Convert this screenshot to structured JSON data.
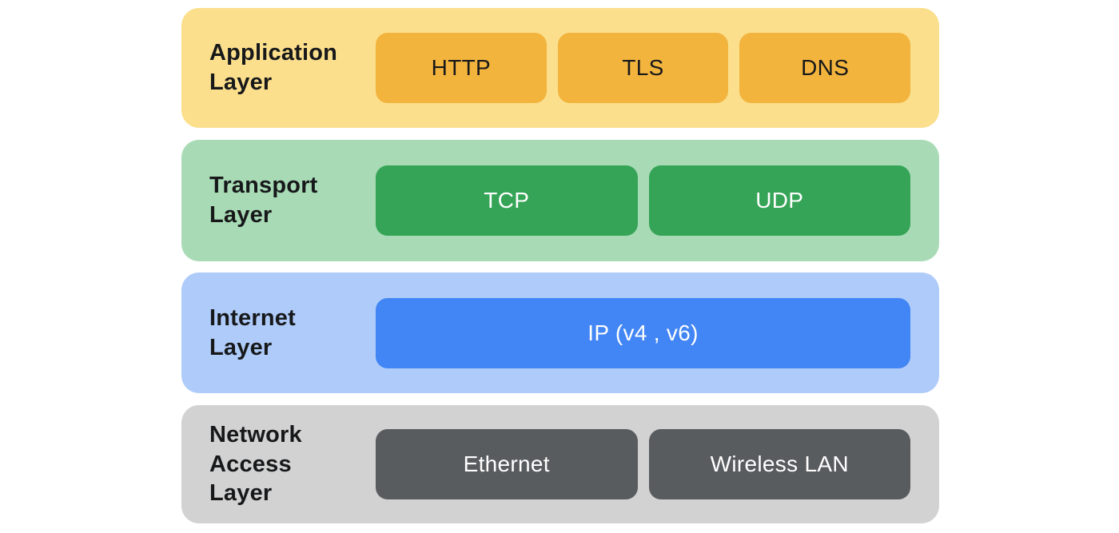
{
  "colors": {
    "application_bg": "#FBDF8D",
    "application_chip": "#F2B43D",
    "transport_bg": "#A8DBB5",
    "transport_chip": "#35A456",
    "internet_bg": "#AECBFA",
    "internet_chip": "#4285F4",
    "network_bg": "#D2D2D2",
    "network_chip": "#595C5F",
    "dark_text": "#17181A",
    "light_text": "#FFFFFF"
  },
  "layers": [
    {
      "label": "Application\nLayer",
      "buttons": [
        "HTTP",
        "TLS",
        "DNS"
      ]
    },
    {
      "label": "Transport\nLayer",
      "buttons": [
        "TCP",
        "UDP"
      ]
    },
    {
      "label": "Internet\nLayer",
      "buttons": [
        "IP (v4 , v6)"
      ]
    },
    {
      "label": "Network\nAccess\nLayer",
      "buttons": [
        "Ethernet",
        "Wireless LAN"
      ]
    }
  ]
}
